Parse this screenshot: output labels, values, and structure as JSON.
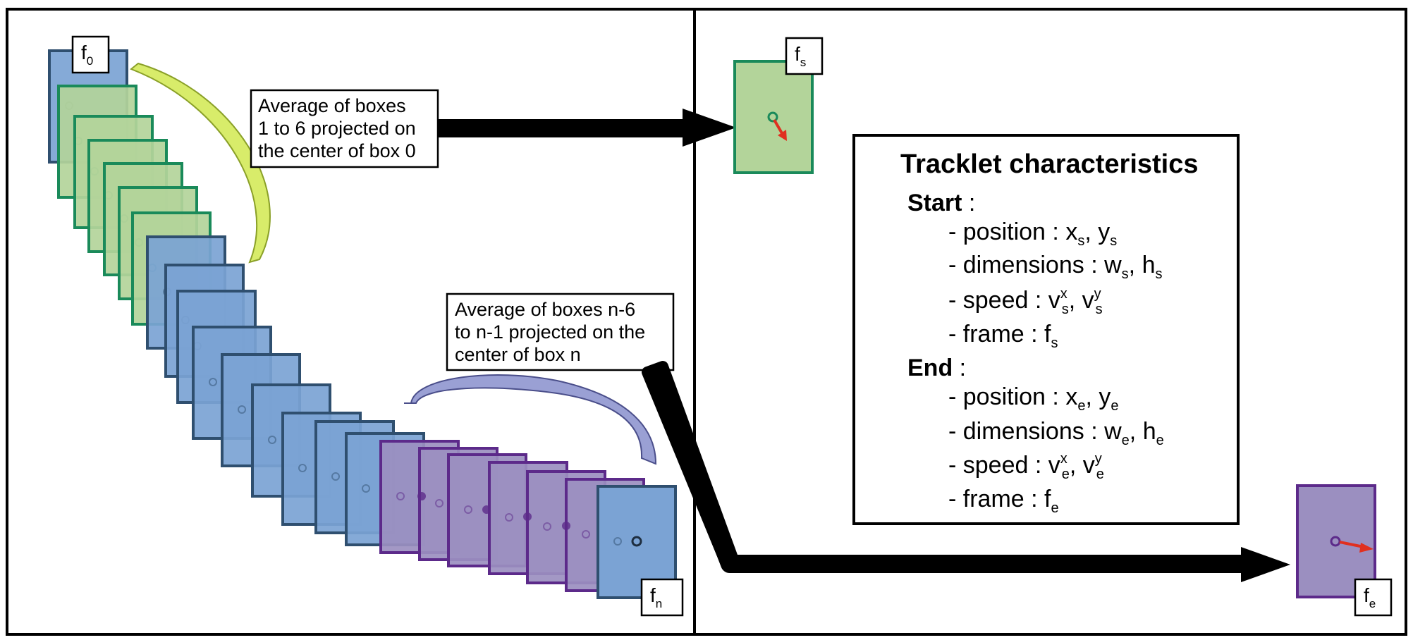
{
  "labels": {
    "f0_main": "f",
    "f0_sub": "0",
    "fn_main": "f",
    "fn_sub": "n",
    "fs_main": "f",
    "fs_sub": "s",
    "fe_main": "f",
    "fe_sub": "e"
  },
  "notes": {
    "start_note": [
      "Average of boxes",
      "1 to 6 projected on",
      "the center of box 0"
    ],
    "end_note": [
      "Average of boxes n-6",
      "to n-1 projected on the",
      "center of box n"
    ]
  },
  "characteristics": {
    "title": "Tracklet characteristics",
    "start_header": "Start",
    "end_header": "End",
    "colon": " :",
    "position_label": "- position : ",
    "dimensions_label": "- dimensions : ",
    "speed_label": "- speed : ",
    "frame_label": "- frame : ",
    "x": "x",
    "y": "y",
    "w": "w",
    "h": "h",
    "v": "v",
    "f": "f",
    "sep": ", ",
    "sup_x": "x",
    "sup_y": "y",
    "sub_s": "s",
    "sub_e": "e"
  },
  "colors": {
    "blue_fill": "#7ba3d4",
    "blue_stroke": "#2f4f6f",
    "green_fill": "#b3d49a",
    "green_stroke": "#1a8a5a",
    "purple_fill": "#9b8fc0",
    "purple_stroke": "#5c2a8a",
    "yellow_arc": "#d8ec6a",
    "purple_arc": "#9aa0d4",
    "arrow_red": "#e03020"
  }
}
